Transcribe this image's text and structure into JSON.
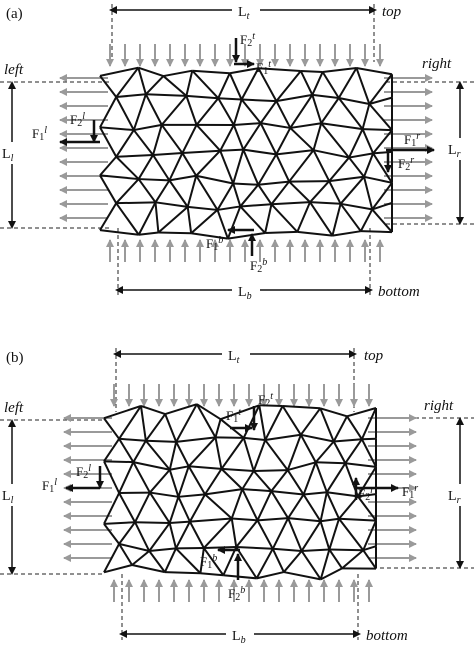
{
  "panels": [
    {
      "tag": "(a)",
      "dims": {
        "top": "L",
        "top_sub": "t",
        "bottom": "L",
        "bottom_sub": "b",
        "left": "L",
        "left_sub": "l",
        "right": "L",
        "right_sub": "r"
      },
      "sides": {
        "top": "top",
        "bottom": "bottom",
        "left": "left",
        "right": "right"
      },
      "forces": [
        {
          "f": "F",
          "n": "2",
          "s": "t"
        },
        {
          "f": "F",
          "n": "1",
          "s": "t"
        },
        {
          "f": "F",
          "n": "1",
          "s": "l"
        },
        {
          "f": "F",
          "n": "2",
          "s": "l"
        },
        {
          "f": "F",
          "n": "1",
          "s": "r"
        },
        {
          "f": "F",
          "n": "2",
          "s": "r"
        },
        {
          "f": "F",
          "n": "1",
          "s": "b"
        },
        {
          "f": "F",
          "n": "2",
          "s": "b"
        }
      ]
    },
    {
      "tag": "(b)",
      "dims": {
        "top": "L",
        "top_sub": "t",
        "bottom": "L",
        "bottom_sub": "b",
        "left": "L",
        "left_sub": "l",
        "right": "L",
        "right_sub": "r"
      },
      "sides": {
        "top": "top",
        "bottom": "bottom",
        "left": "left",
        "right": "right"
      },
      "forces": [
        {
          "f": "F",
          "n": "1",
          "s": "t"
        },
        {
          "f": "F",
          "n": "2",
          "s": "t"
        },
        {
          "f": "F",
          "n": "1",
          "s": "l"
        },
        {
          "f": "F",
          "n": "2",
          "s": "l"
        },
        {
          "f": "F",
          "n": "1",
          "s": "r"
        },
        {
          "f": "F",
          "n": "2",
          "s": "r"
        },
        {
          "f": "F",
          "n": "1",
          "s": "b"
        },
        {
          "f": "F",
          "n": "2",
          "s": "b"
        }
      ]
    }
  ],
  "colors": {
    "mesh": "#111111",
    "load_arrow": "#9a9a9a",
    "force_arrow": "#111111",
    "dash": "#222222"
  }
}
